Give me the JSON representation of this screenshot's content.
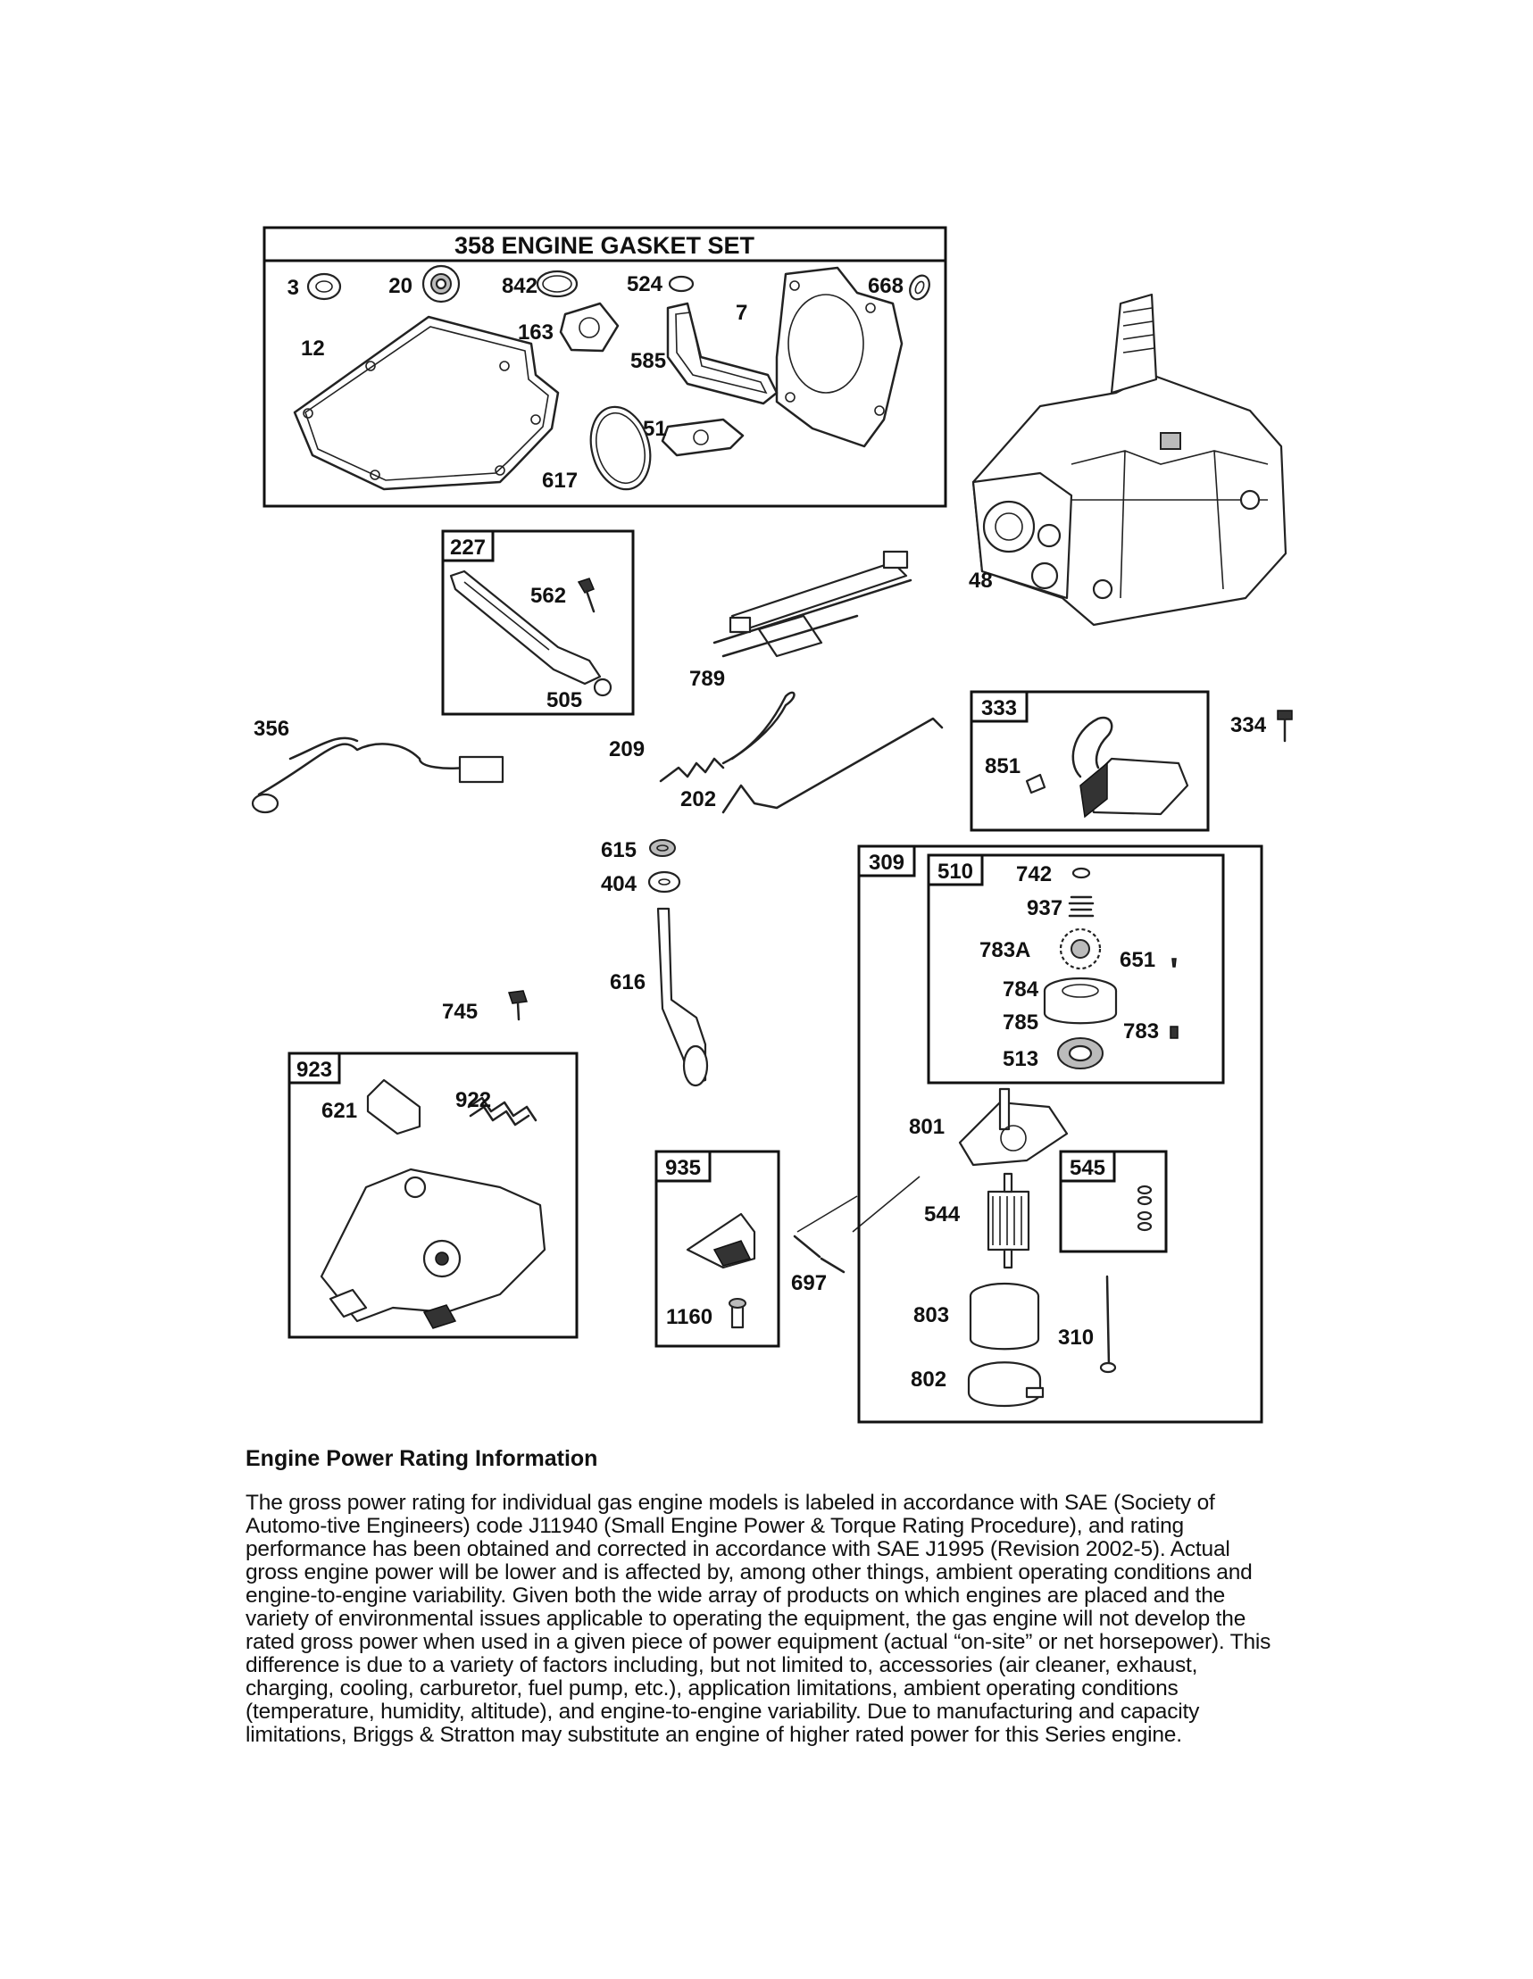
{
  "gasket_set": {
    "title": "358 ENGINE GASKET SET",
    "labels": {
      "p3": "3",
      "p20": "20",
      "p842": "842",
      "p524": "524",
      "p668": "668",
      "p7": "7",
      "p12": "12",
      "p163": "163",
      "p585": "585",
      "p51": "51",
      "p617": "617"
    }
  },
  "groups": {
    "g227": "227",
    "g333": "333",
    "g309": "309",
    "g510": "510",
    "g923": "923",
    "g935": "935",
    "g545": "545"
  },
  "parts": {
    "p48": "48",
    "p562": "562",
    "p505": "505",
    "p789": "789",
    "p356": "356",
    "p209": "209",
    "p202": "202",
    "p851": "851",
    "p334": "334",
    "p615": "615",
    "p404": "404",
    "p616": "616",
    "p745": "745",
    "p621": "621",
    "p922": "922",
    "p742": "742",
    "p937": "937",
    "p783A": "783A",
    "p651": "651",
    "p784": "784",
    "p785": "785",
    "p783": "783",
    "p513": "513",
    "p801": "801",
    "p544": "544",
    "p697": "697",
    "p1160": "1160",
    "p803": "803",
    "p310": "310",
    "p802": "802"
  },
  "info": {
    "heading": "Engine Power Rating Information",
    "body": "The gross power rating for individual gas engine models is labeled in accordance with SAE (Society of Automo-tive Engineers) code J11940 (Small Engine Power & Torque Rating Procedure), and rating performance has been obtained and corrected in accordance with SAE J1995 (Revision 2002-5). Actual gross engine power will be lower and is affected by, among other things, ambient operating conditions and engine-to-engine variability. Given both the wide array of products on which engines are placed and the variety of environmental issues applicable to operating the equipment, the gas engine will not develop the rated gross power when used in a given piece of power equipment (actual “on-site” or net horsepower). This difference is due to a variety of factors including, but not limited to, accessories (air cleaner, exhaust, charging, cooling, carburetor, fuel pump, etc.), application limitations, ambient operating conditions (temperature, humidity, altitude), and engine-to-engine variability. Due to manufacturing and capacity limitations, Briggs & Stratton may substitute an engine of higher rated power for this Series engine."
  }
}
